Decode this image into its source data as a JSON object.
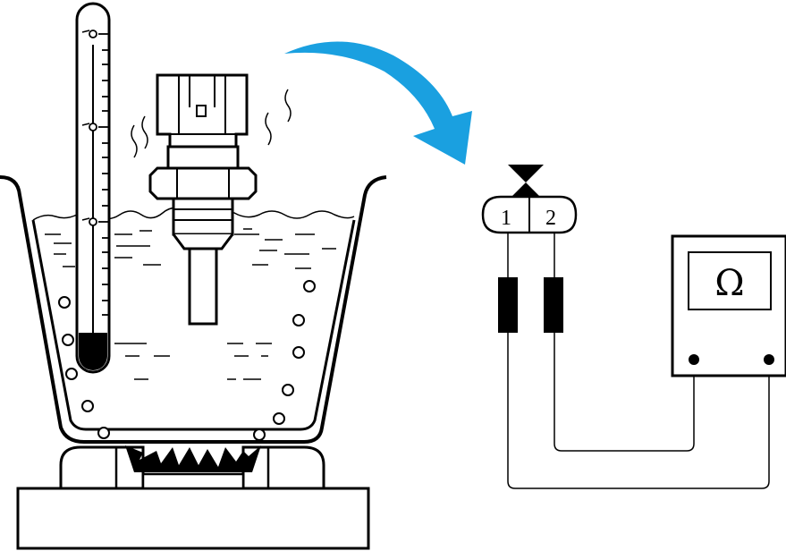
{
  "connector": {
    "pin1_label": "1",
    "pin2_label": "2"
  },
  "ohmmeter": {
    "display_symbol": "Ω"
  },
  "colors": {
    "arrow": "#1aa0e0",
    "ink": "#000000",
    "background": "#ffffff"
  },
  "icons": [
    "thermometer-icon",
    "temperature-sensor-icon",
    "burner-flame-icon",
    "arrow-icon",
    "connector-icon",
    "ohmmeter-icon"
  ]
}
